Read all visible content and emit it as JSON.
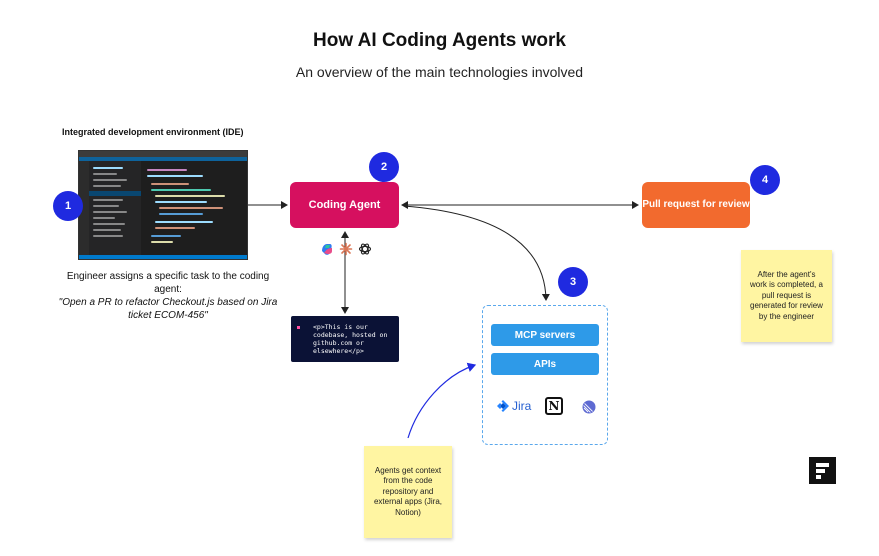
{
  "header": {
    "title": "How AI Coding Agents work",
    "subtitle": "An overview of the main technologies involved"
  },
  "ide": {
    "label": "Integrated development environment (IDE)"
  },
  "badges": [
    "1",
    "2",
    "3",
    "4"
  ],
  "engineer": {
    "line1": "Engineer assigns a specific task to the coding agent:",
    "quote": "\"Open a PR to refactor Checkout.js based on Jira ticket ECOM-456\""
  },
  "coding_agent": {
    "label": "Coding Agent"
  },
  "pull_request": {
    "label": "Pull request for review"
  },
  "codebase": {
    "text": "<p>This is our codebase, hosted on github.com or elsewhere</p>"
  },
  "context": {
    "mcp_label": "MCP servers",
    "apis_label": "APIs",
    "jira_label": "Jira",
    "notion_label": "N"
  },
  "notes": {
    "right": "After the agent's work is completed, a pull request is generated for review by the engineer",
    "bottom": "Agents get context from the code repository and external apps (Jira, Notion)"
  },
  "icons": {
    "model_logos": [
      "copilot-icon",
      "claude-icon",
      "openai-icon"
    ],
    "brand": "brand-logo-icon",
    "linear": "linear-icon"
  },
  "colors": {
    "badge": "#1f2ae0",
    "coding_agent": "#d6105f",
    "pull_request": "#f26a2e",
    "pill": "#2e9ae8",
    "sticky": "#fff5a2",
    "codebase_bg": "#0b1236"
  }
}
